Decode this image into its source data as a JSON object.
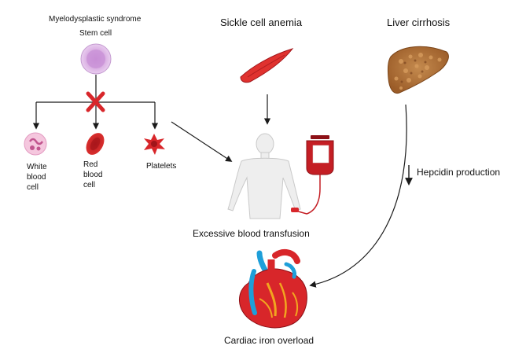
{
  "labels": {
    "mds": "Myelodysplastic syndrome",
    "stem_cell": "Stem cell",
    "sickle": "Sickle cell anemia",
    "liver": "Liver cirrhosis",
    "white_cell": "White blood cell",
    "red_cell": "Red blood cell",
    "platelets": "Platelets",
    "hepcidin": "Hepcidin production",
    "transfusion": "Excessive blood transfusion",
    "cardiac": "Cardiac iron overload"
  },
  "icons": {
    "stem_cell": "stem-cell-icon",
    "white_cell": "white-blood-cell-icon",
    "red_cell": "red-blood-cell-icon",
    "platelet": "platelet-icon",
    "sickle_cell": "sickle-cell-icon",
    "liver": "cirrhotic-liver-icon",
    "blood_bag": "blood-bag-icon",
    "patient": "patient-body-icon",
    "heart": "heart-icon",
    "block": "block-x-icon"
  },
  "colors": {
    "red": "#d8262a",
    "dark_red": "#a0151a",
    "stem": "#d6a8e0",
    "white_cell": "#f2b8d8",
    "liver": "#b5763a",
    "skin": "#eeeeee",
    "arrow": "#1a1a1a",
    "heart_blue": "#1e9fd9"
  }
}
